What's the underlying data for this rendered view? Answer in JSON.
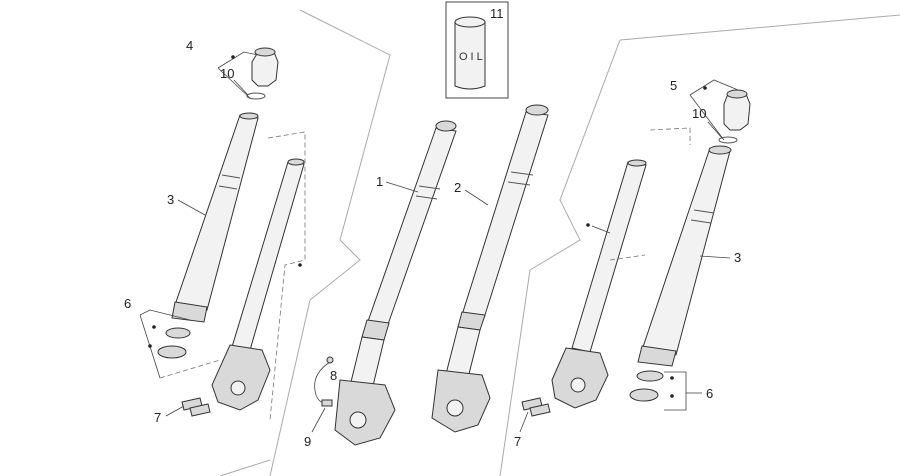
{
  "labels": {
    "l1": "1",
    "l2": "2",
    "l3a": "3",
    "l3b": "3",
    "l4": "4",
    "l5": "5",
    "l6a": "6",
    "l6b": "6",
    "l7a": "7",
    "l7b": "7",
    "l8": "8",
    "l9": "9",
    "l10a": "10",
    "l10b": "10",
    "l11": "11"
  },
  "oil_text": "OIL"
}
